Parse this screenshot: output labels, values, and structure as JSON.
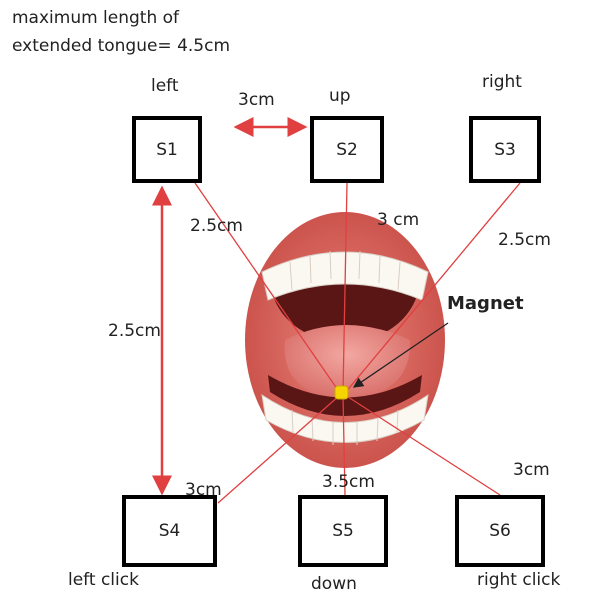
{
  "header": {
    "line1": "maximum length of",
    "line2": "extended tongue= 4.5cm"
  },
  "sensors": {
    "s1": {
      "label": "S1",
      "caption": "left"
    },
    "s2": {
      "label": "S2",
      "caption": "up"
    },
    "s3": {
      "label": "S3",
      "caption": "right"
    },
    "s4": {
      "label": "S4",
      "caption": "left click"
    },
    "s5": {
      "label": "S5",
      "caption": "down"
    },
    "s6": {
      "label": "S6",
      "caption": "right click"
    }
  },
  "measurements": {
    "s1_s2": "3cm",
    "s1_s4": "2.5cm",
    "s1_magnet": "2.5cm",
    "s2_magnet": "3 cm",
    "s3_magnet": "2.5cm",
    "s4_magnet": "3cm",
    "s5_magnet": "3.5cm",
    "s6_magnet": "3cm"
  },
  "magnet": {
    "label": "Magnet"
  },
  "colors": {
    "line": "#e04040",
    "box": "#000000",
    "magnet": "#f5d400"
  },
  "icons": {
    "mouth": "open-mouth-illustration"
  }
}
